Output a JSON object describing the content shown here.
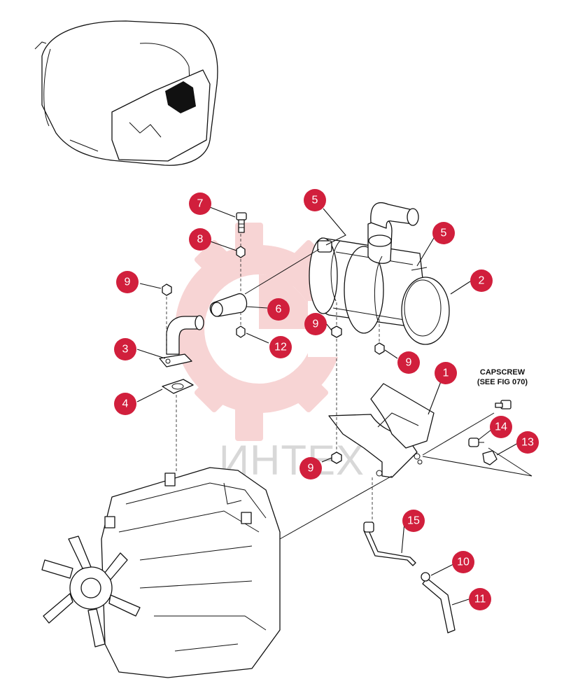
{
  "watermark": {
    "text": "ИНТЕХ"
  },
  "note": {
    "line1": "CAPSCREW",
    "line2": "(SEE FIG 070)"
  },
  "callouts": [
    {
      "id": "c1",
      "label": "1"
    },
    {
      "id": "c2",
      "label": "2"
    },
    {
      "id": "c3",
      "label": "3"
    },
    {
      "id": "c4",
      "label": "4"
    },
    {
      "id": "c5a",
      "label": "5"
    },
    {
      "id": "c5b",
      "label": "5"
    },
    {
      "id": "c6",
      "label": "6"
    },
    {
      "id": "c7",
      "label": "7"
    },
    {
      "id": "c8",
      "label": "8"
    },
    {
      "id": "c9a",
      "label": "9"
    },
    {
      "id": "c9b",
      "label": "9"
    },
    {
      "id": "c9c",
      "label": "9"
    },
    {
      "id": "c9d",
      "label": "9"
    },
    {
      "id": "c10",
      "label": "10"
    },
    {
      "id": "c11",
      "label": "11"
    },
    {
      "id": "c12",
      "label": "12"
    },
    {
      "id": "c13",
      "label": "13"
    },
    {
      "id": "c14",
      "label": "14"
    },
    {
      "id": "c15",
      "label": "15"
    }
  ],
  "colors": {
    "callout": "#d11f3c",
    "watermark": "#f2b2b2",
    "ink": "#111111"
  }
}
